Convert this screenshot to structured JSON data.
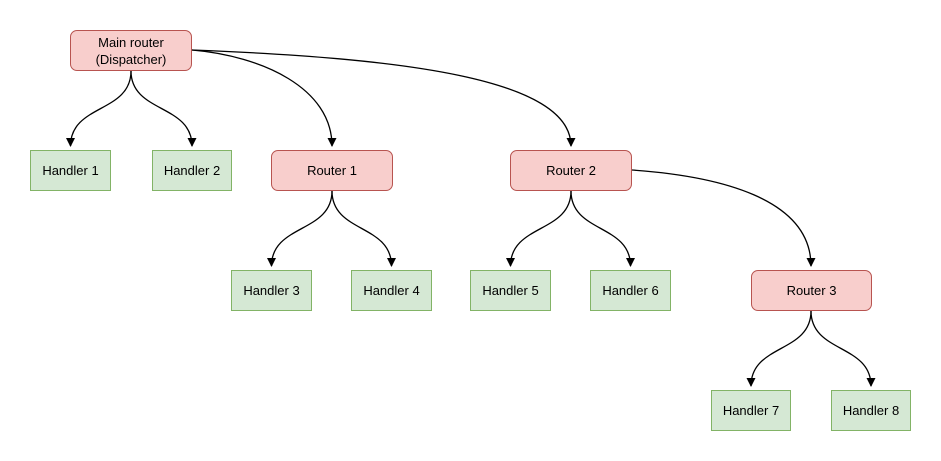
{
  "diagram": {
    "type": "tree",
    "nodes": {
      "main_router": {
        "label": "Main router\n(Dispatcher)",
        "kind": "router"
      },
      "handler1": {
        "label": "Handler 1",
        "kind": "handler"
      },
      "handler2": {
        "label": "Handler 2",
        "kind": "handler"
      },
      "router1": {
        "label": "Router 1",
        "kind": "router"
      },
      "router2": {
        "label": "Router 2",
        "kind": "router"
      },
      "handler3": {
        "label": "Handler 3",
        "kind": "handler"
      },
      "handler4": {
        "label": "Handler 4",
        "kind": "handler"
      },
      "handler5": {
        "label": "Handler 5",
        "kind": "handler"
      },
      "handler6": {
        "label": "Handler 6",
        "kind": "handler"
      },
      "router3": {
        "label": "Router 3",
        "kind": "router"
      },
      "handler7": {
        "label": "Handler 7",
        "kind": "handler"
      },
      "handler8": {
        "label": "Handler 8",
        "kind": "handler"
      }
    },
    "edges": [
      {
        "from": "main_router",
        "to": "handler1"
      },
      {
        "from": "main_router",
        "to": "handler2"
      },
      {
        "from": "main_router",
        "to": "router1"
      },
      {
        "from": "main_router",
        "to": "router2"
      },
      {
        "from": "router1",
        "to": "handler3"
      },
      {
        "from": "router1",
        "to": "handler4"
      },
      {
        "from": "router2",
        "to": "handler5"
      },
      {
        "from": "router2",
        "to": "handler6"
      },
      {
        "from": "router2",
        "to": "router3"
      },
      {
        "from": "router3",
        "to": "handler7"
      },
      {
        "from": "router3",
        "to": "handler8"
      }
    ],
    "colors": {
      "router_fill": "#f8cecc",
      "router_border": "#b85450",
      "handler_fill": "#d5e8d4",
      "handler_border": "#82b366",
      "edge_stroke": "#000000",
      "background": "#ffffff"
    }
  }
}
